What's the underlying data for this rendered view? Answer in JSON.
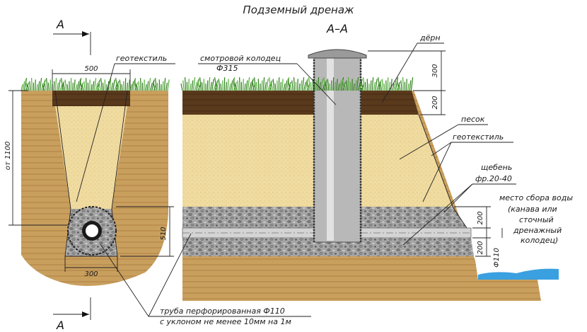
{
  "title": "Подземный дренаж",
  "section_title": "А–А",
  "section_marks": {
    "top": "А",
    "bottom": "А"
  },
  "labels": {
    "geotextile_left": "геотекстиль",
    "inspection_well": "смотровой колодец",
    "well_diameter": "Ф315",
    "turf": "дёрн",
    "sand": "песок",
    "geotextile_right": "геотекстиль",
    "gravel": "щебень",
    "gravel_fraction": "фр.20-40",
    "water_collection_line1": "место сбора воды",
    "water_collection_line2": "(канава или",
    "water_collection_line3": "сточный",
    "water_collection_line4": "дренажный",
    "water_collection_line5": "колодец)",
    "pipe_line1": "труба перфорированная  Ф110",
    "pipe_line2": "с уклоном не менее  10мм на  1м"
  },
  "dimensions": {
    "trench_top_width": "500",
    "trench_bottom_width": "300",
    "depth": "от 1100",
    "gravel_height": "510",
    "turf_height": "300",
    "soil_height": "200",
    "gravel_top": "200",
    "gravel_bottom": "200",
    "pipe_diameter": "Ф110"
  },
  "colors": {
    "soil": "#c99f5e",
    "turf": "#5a3a1c",
    "sand": "#f0dba0",
    "gravel": "#9b9b9b",
    "grass": "#3f9a2a",
    "water": "#3aa0e0",
    "pipe": "#b8b8b8"
  }
}
